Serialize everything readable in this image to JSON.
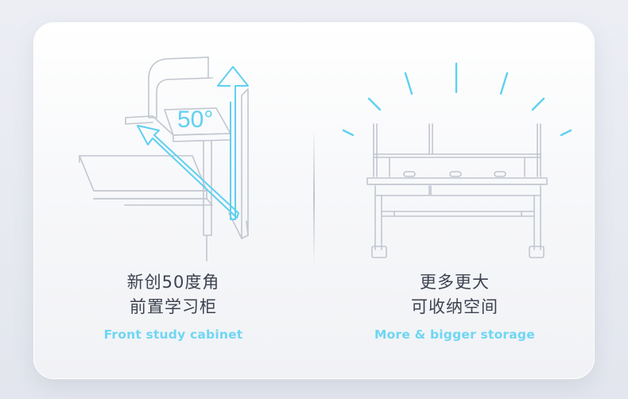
{
  "colors": {
    "accent": "#6fd6f3",
    "text": "#3c4250",
    "line": "#c2c6cf"
  },
  "left_panel": {
    "angle_label": "50°",
    "title_line1": "新创50度角",
    "title_line2": "前置学习柜",
    "subtitle": "Front study cabinet",
    "icons": [
      "up-arrow-icon",
      "diagonal-arrow-icon"
    ]
  },
  "right_panel": {
    "title_line1": "更多更大",
    "title_line2": "可收纳空间",
    "subtitle": "More & bigger storage",
    "icons": [
      "radiating-rays-icon"
    ]
  }
}
